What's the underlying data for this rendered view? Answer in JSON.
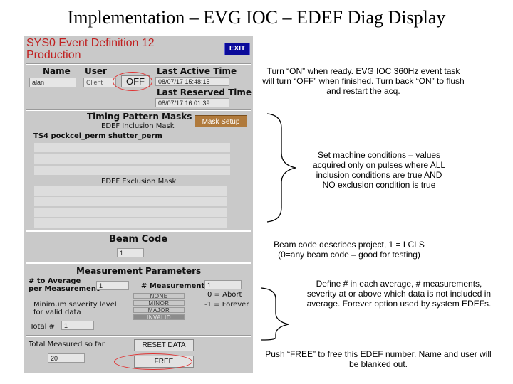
{
  "slide_title": "Implementation – EVG IOC – EDEF Diag Display",
  "window": {
    "title": "SYS0 Event Definition 12",
    "subtitle": "Production",
    "exit_label": "EXIT"
  },
  "header": {
    "name_label": "Name",
    "user_label": "User",
    "name_value": "alan",
    "user_value": "Client",
    "toggle_value": "OFF",
    "last_active_label": "Last Active Time",
    "last_active_value": "08/07/17 15:48:15",
    "last_reserved_label": "Last Reserved Time",
    "last_reserved_value": "08/07/17 16:01:39"
  },
  "masks": {
    "section_title": "Timing Pattern Masks",
    "inclusion_label": "EDEF Inclusion Mask",
    "mask_setup_label": "Mask Setup",
    "inclusion_text": "TS4 pockcel_perm shutter_perm",
    "exclusion_label": "EDEF Exclusion Mask"
  },
  "beam": {
    "label": "Beam Code",
    "value": "1"
  },
  "measurement": {
    "section_title": "Measurement Parameters",
    "avg_label_1": "# to Average",
    "avg_label_2": "per Measurement",
    "avg_value": "1",
    "num_meas_label": "# Measurements",
    "num_meas_value": "1",
    "abort_note": "0 = Abort",
    "forever_note": "-1 = Forever",
    "severity_label_1": "Minimum severity level",
    "severity_label_2": "for valid data",
    "severity_options": [
      "NONE",
      "MINOR",
      "MAJOR",
      "INVALID"
    ],
    "total_label": "Total #",
    "total_value": "1"
  },
  "footer": {
    "total_measured_label": "Total Measured so far",
    "total_measured_value": "20",
    "reset_label": "RESET DATA",
    "free_label": "FREE"
  },
  "annotations": {
    "on_note": "Turn “ON” when ready. EVG IOC 360Hz event task will turn “OFF” when finished. Turn back “ON” to flush and restart the acq.",
    "machine_note": "Set machine conditions – values acquired only on pulses where ALL inclusion conditions are true AND NO exclusion condition is true",
    "beam_note": "Beam code describes project, 1 = LCLS (0=any beam code – good for testing)",
    "avg_note": "Define # in each average, # measurements, severity at or above which data is not included in average. Forever option used by system EDEFs.",
    "free_note": "Push “FREE” to free this EDEF number. Name and user will be blanked out."
  },
  "colors": {
    "panel_bg": "#c9c9c9",
    "title_red": "#c02020",
    "exit_bg": "#0a0a9a",
    "mask_btn_bg": "#b07a3c",
    "oval_red": "#e03030"
  }
}
